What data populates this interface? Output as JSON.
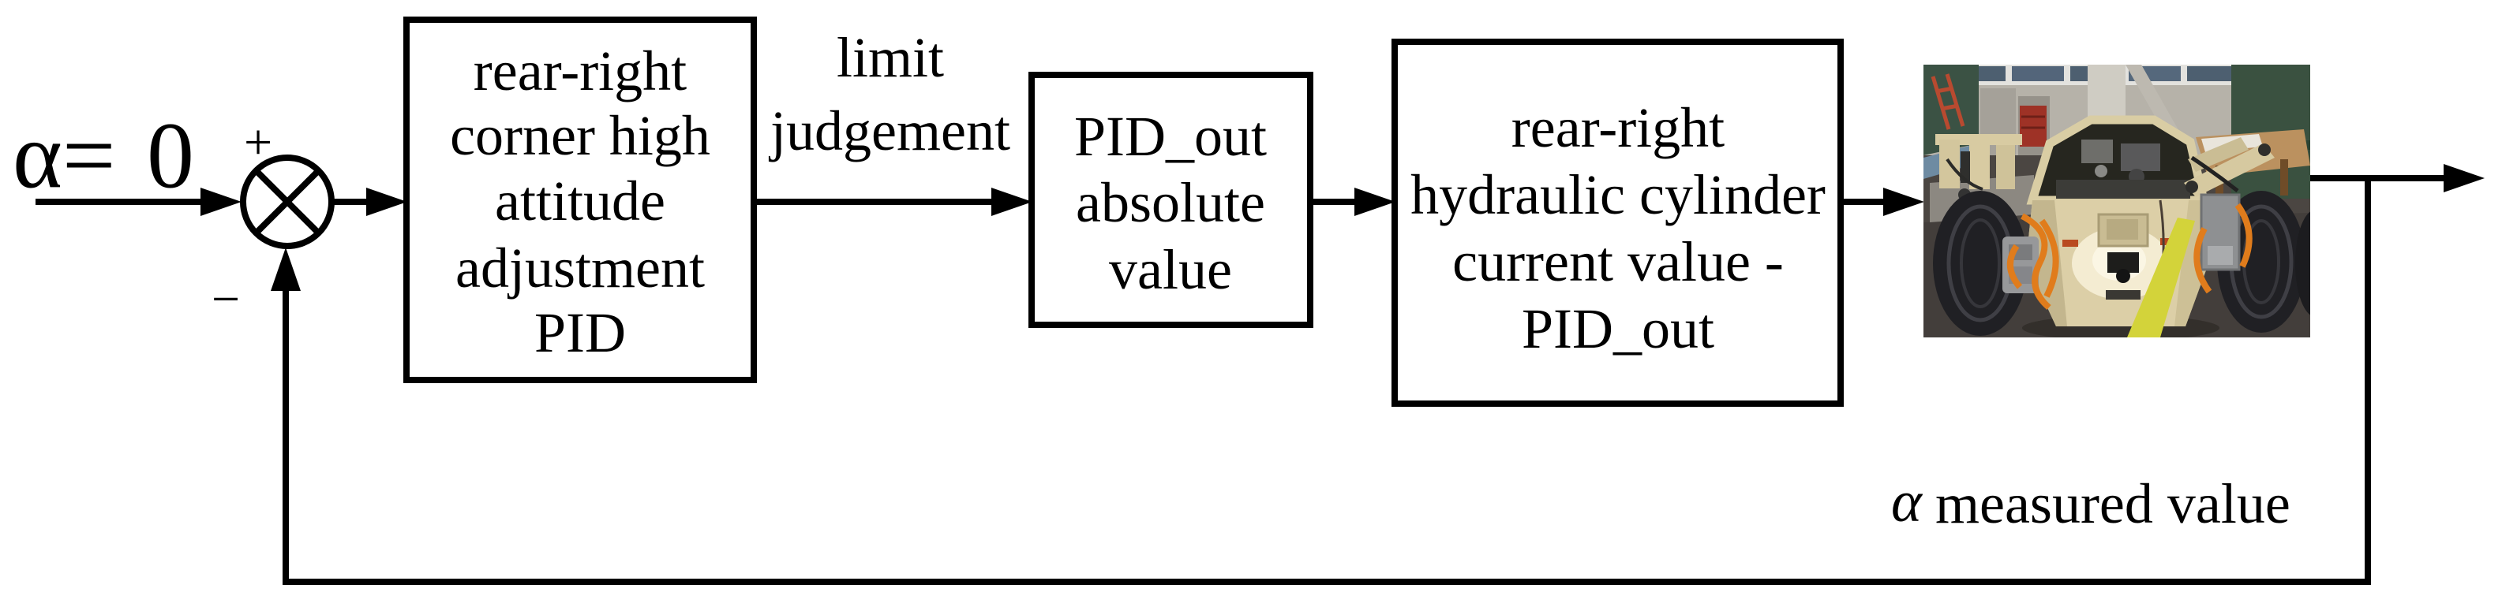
{
  "figure": {
    "type": "control-loop-block-diagram",
    "setpoint": {
      "symbol": "α=",
      "value": "0"
    },
    "summing_junction": {
      "positive_sign": "+",
      "negative_sign": "−"
    },
    "signal_label": {
      "lines": [
        "limit",
        "judgement"
      ]
    },
    "blocks": {
      "pid": {
        "lines": [
          "rear-right",
          "corner high",
          "attitude",
          "adjustment",
          "PID"
        ]
      },
      "abs": {
        "lines": [
          "PID_out",
          "absolute",
          "value"
        ]
      },
      "cyl": {
        "lines": [
          "rear-right",
          "hydraulic cylinder",
          "current value -",
          "PID_out"
        ]
      }
    },
    "feedback_label": {
      "symbol": "α",
      "text": "measured value"
    },
    "photo": {
      "alt": "prototype vehicle with corner hydraulic wheel modules in a workshop"
    },
    "colors": {
      "line": "#000000",
      "background": "#ffffff",
      "vehicle_tan": "#d9cca3",
      "cable_orange": "#e07c1c",
      "floor_yellow": "#d3d33a",
      "wall_green": "#3a5243"
    }
  }
}
